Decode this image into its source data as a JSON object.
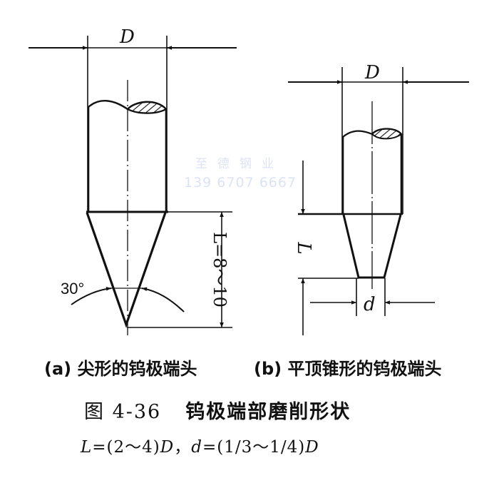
{
  "figure": {
    "number_label": "图 4-36",
    "title": "钨极端部磨削形状",
    "formula": {
      "L_symbol": "L",
      "L_expr": "=(2～4)",
      "L_unit": "D",
      "separator": "，",
      "d_symbol": "d",
      "d_expr": "=(1/3～1/4)",
      "d_unit": "D"
    }
  },
  "panel_a": {
    "caption": "(a) 尖形的钨极端头",
    "diameter_label": "D",
    "length_label": "L=8～10",
    "angle_label": "30°"
  },
  "panel_b": {
    "caption": "(b) 平顶锥形的钨极端头",
    "diameter_label": "D",
    "length_label": "L",
    "tip_diameter_label": "d"
  },
  "watermark": {
    "line1": "至德钢业",
    "line2": "139 6707 6667"
  },
  "colors": {
    "ink": "#111111",
    "background": "#ffffff",
    "watermark": "#dde3f6"
  }
}
